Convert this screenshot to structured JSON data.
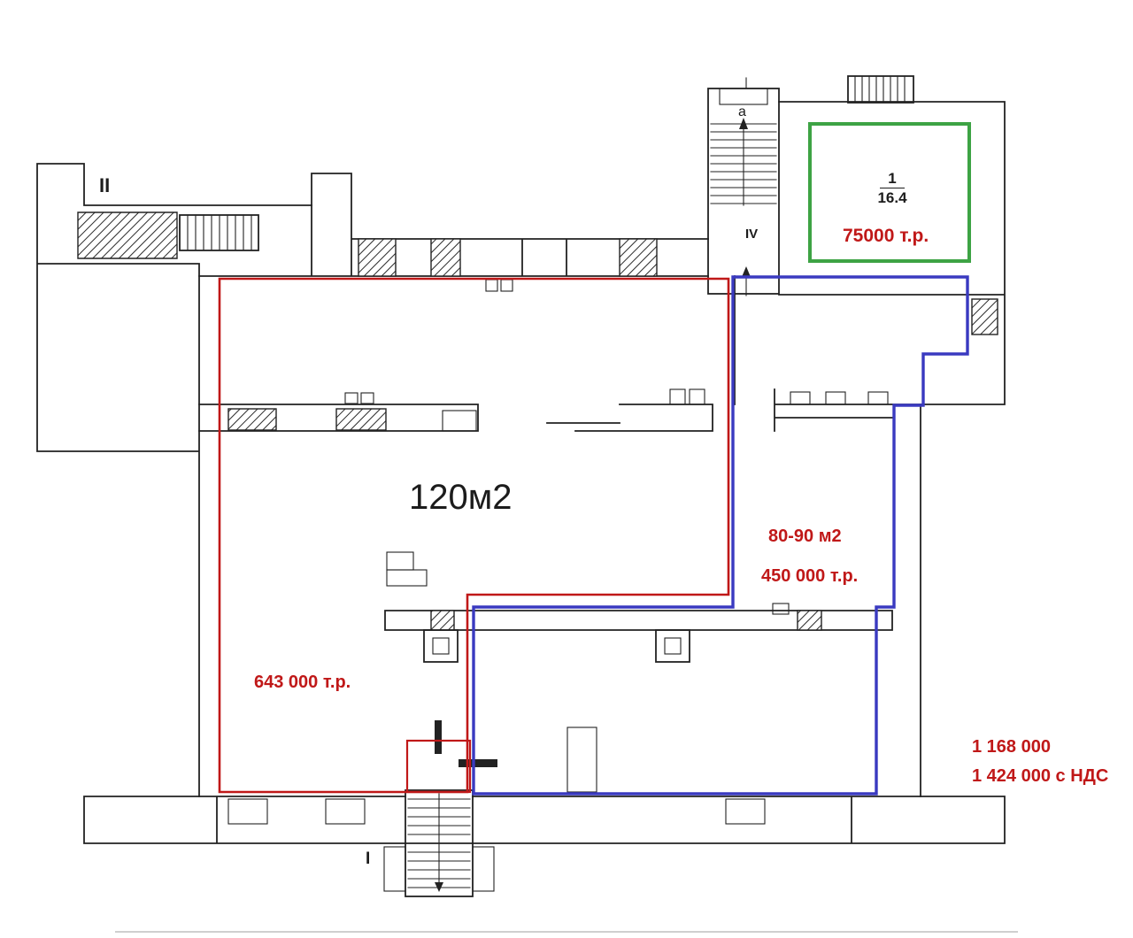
{
  "document": {
    "type": "annotated floor plan"
  },
  "colors": {
    "line": "#222222",
    "background": "#ffffff",
    "region_red": "#c01818",
    "region_blue": "#3a3ac0",
    "region_green": "#3da344",
    "annotation_red": "#c01818"
  },
  "plan_labels": {
    "wing_left": "II",
    "stair_top_letter": "a",
    "stair_top_number": "IV",
    "stair_bottom_number": "I"
  },
  "regions": {
    "red": {
      "area": "120м2",
      "price": "643 000 т.р."
    },
    "blue": {
      "area": "80-90 м2",
      "price": "450 000 т.р."
    },
    "green": {
      "unit_numerator": "1",
      "unit_denominator": "16.4",
      "price": "75000 т.р."
    }
  },
  "totals": {
    "line1": "1 168 000",
    "line2": "1 424 000 с НДС"
  }
}
